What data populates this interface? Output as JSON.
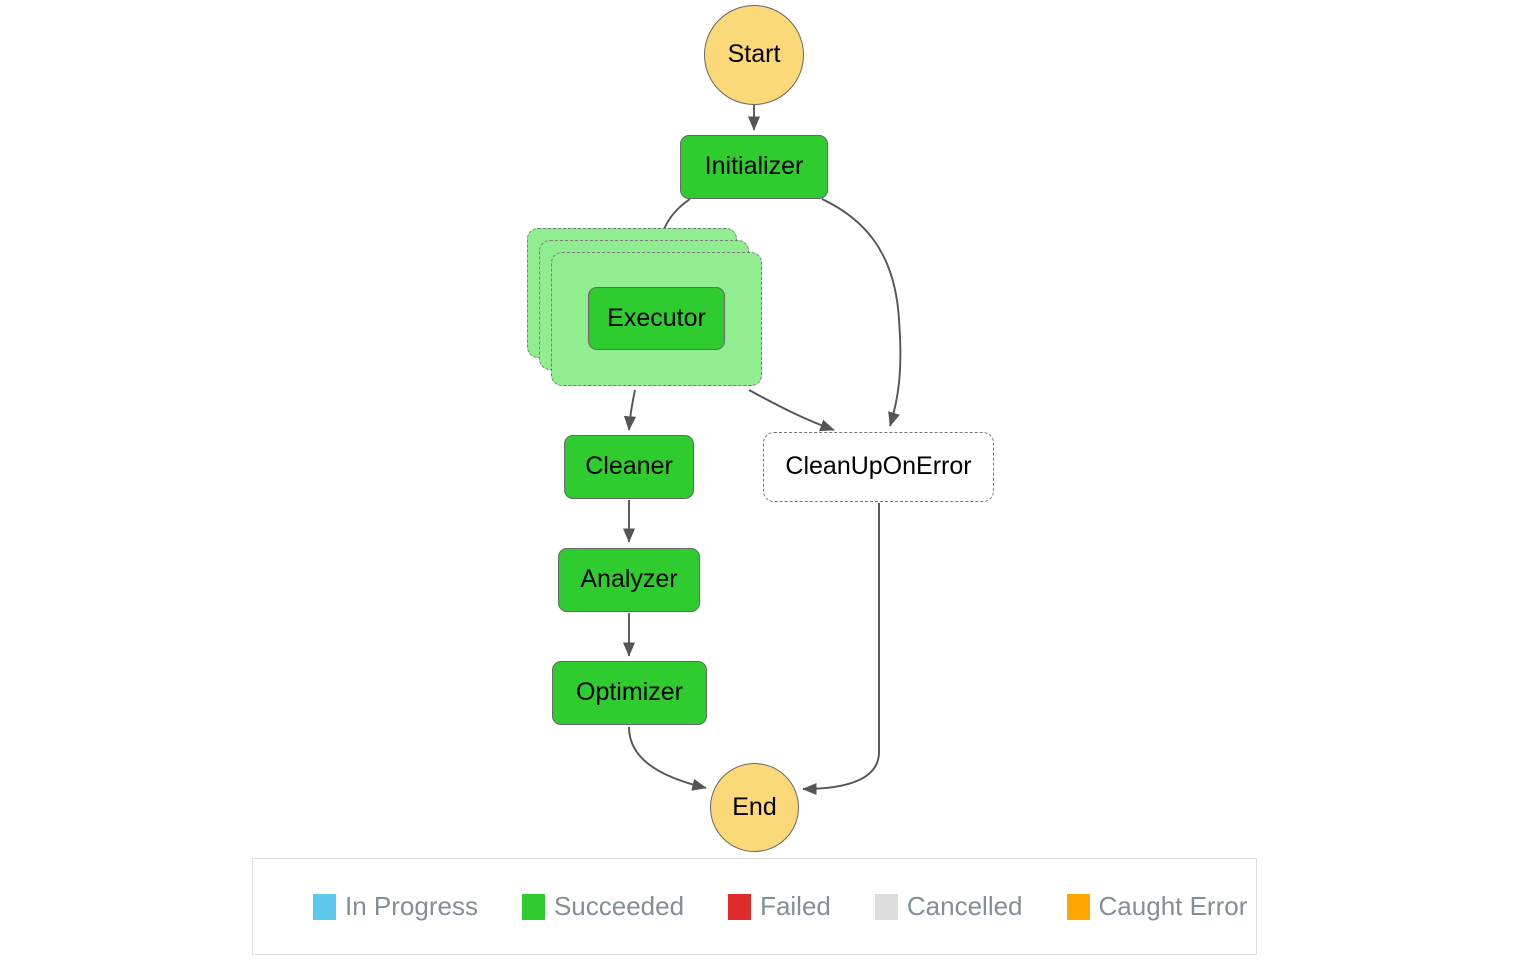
{
  "diagram": {
    "type": "flowchart",
    "background_color": "#FFFFFF",
    "edge_color": "#555555",
    "nodes": [
      {
        "id": "start",
        "label": "Start",
        "shape": "circle",
        "status": "Caught Error",
        "fill": "#FCD978"
      },
      {
        "id": "initializer",
        "label": "Initializer",
        "shape": "rounded-rect",
        "status": "Succeeded",
        "fill": "#2ECC2E"
      },
      {
        "id": "executor",
        "label": "Executor",
        "shape": "rounded-rect",
        "status": "Succeeded",
        "fill": "#2ECC2E"
      },
      {
        "id": "cleaner",
        "label": "Cleaner",
        "shape": "rounded-rect",
        "status": "Succeeded",
        "fill": "#2ECC2E"
      },
      {
        "id": "analyzer",
        "label": "Analyzer",
        "shape": "rounded-rect",
        "status": "Succeeded",
        "fill": "#2ECC2E"
      },
      {
        "id": "optimizer",
        "label": "Optimizer",
        "shape": "rounded-rect",
        "status": "Succeeded",
        "fill": "#2ECC2E"
      },
      {
        "id": "cleanuponerror",
        "label": "CleanUpOnError",
        "shape": "dashed-rect",
        "status": "Cancelled",
        "fill": "#FFFFFF"
      },
      {
        "id": "end",
        "label": "End",
        "shape": "circle",
        "status": "Caught Error",
        "fill": "#FCD978"
      }
    ],
    "group": {
      "id": "executor-group",
      "stack_count": 3,
      "fill": "#90EE90",
      "border_style": "dashed"
    },
    "edges": [
      {
        "from": "start",
        "to": "initializer"
      },
      {
        "from": "initializer",
        "to": "executor"
      },
      {
        "from": "initializer",
        "to": "cleanuponerror"
      },
      {
        "from": "executor",
        "to": "cleaner"
      },
      {
        "from": "executor",
        "to": "cleanuponerror"
      },
      {
        "from": "cleaner",
        "to": "analyzer"
      },
      {
        "from": "analyzer",
        "to": "optimizer"
      },
      {
        "from": "optimizer",
        "to": "end"
      },
      {
        "from": "cleanuponerror",
        "to": "end"
      }
    ]
  },
  "legend": {
    "items": [
      {
        "label": "In Progress",
        "color": "#5BC8EC"
      },
      {
        "label": "Succeeded",
        "color": "#2ECC2E"
      },
      {
        "label": "Failed",
        "color": "#E02B2B"
      },
      {
        "label": "Cancelled",
        "color": "#DDDDDD"
      },
      {
        "label": "Caught Error",
        "color": "#FFA500"
      }
    ],
    "text_color": "#828F96",
    "border_color": "#DEDEDE"
  }
}
